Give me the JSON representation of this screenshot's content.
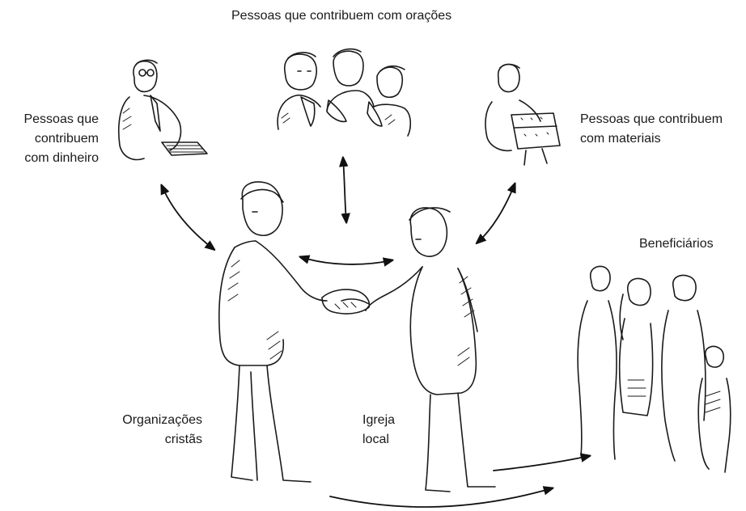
{
  "labels": {
    "prayer": "Pessoas que contribuem com orações",
    "money": [
      "Pessoas que",
      "contribuem",
      "com dinheiro"
    ],
    "materials": [
      "Pessoas que contribuem",
      "com materiais"
    ],
    "beneficiaries": "Beneficiários",
    "organizations": [
      "Organizações",
      "cristãs"
    ],
    "church": [
      "Igreja",
      "local"
    ]
  },
  "colors": {
    "ink": "#1a1a1a",
    "background": "#ffffff"
  }
}
